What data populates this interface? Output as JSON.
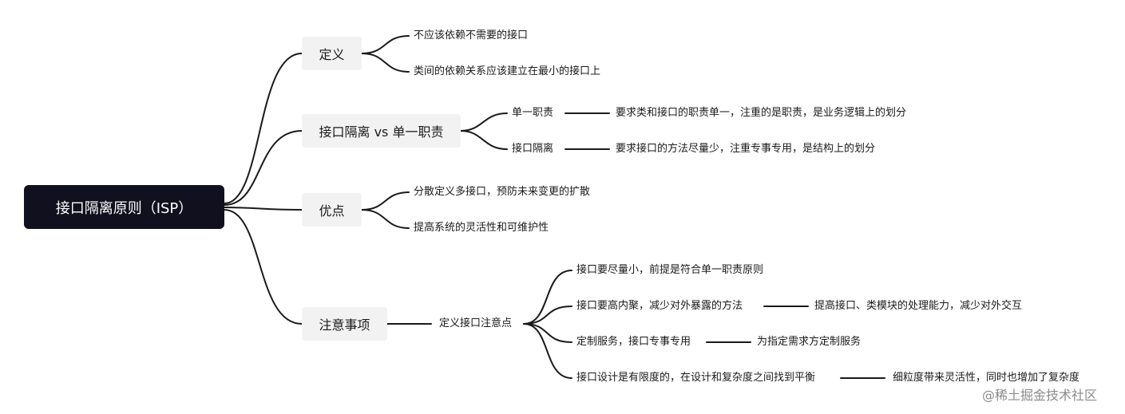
{
  "root": "接口隔离原则（ISP）",
  "branches": {
    "definition": {
      "label": "定义",
      "items": [
        "不应该依赖不需要的接口",
        "类间的依赖关系应该建立在最小的接口上"
      ]
    },
    "vs": {
      "label": "接口隔离 vs 单一职责",
      "items": [
        {
          "label": "单一职责",
          "detail": "要求类和接口的职责单一，注重的是职责，是业务逻辑上的划分"
        },
        {
          "label": "接口隔离",
          "detail": "要求接口的方法尽量少，注重专事专用，是结构上的划分"
        }
      ]
    },
    "advantages": {
      "label": "优点",
      "items": [
        "分散定义多接口，预防未来变更的扩散",
        "提高系统的灵活性和可维护性"
      ]
    },
    "notes": {
      "label": "注意事项",
      "child": "定义接口注意点",
      "items": [
        {
          "label": "接口要尽量小，前提是符合单一职责原则"
        },
        {
          "label": "接口要高内聚，减少对外暴露的方法",
          "detail": "提高接口、类模块的处理能力，减少对外交互"
        },
        {
          "label": "定制服务，接口专事专用",
          "detail": "为指定需求方定制服务"
        },
        {
          "label": "接口设计是有限度的，在设计和复杂度之间找到平衡",
          "detail": "细粒度带来灵活性，同时也增加了复杂度"
        }
      ]
    }
  },
  "watermark": "@稀土掘金技术社区",
  "colors": {
    "root_bg": "#11101f",
    "topic_bg": "#f2f2f2",
    "line": "#1a1a1a"
  }
}
